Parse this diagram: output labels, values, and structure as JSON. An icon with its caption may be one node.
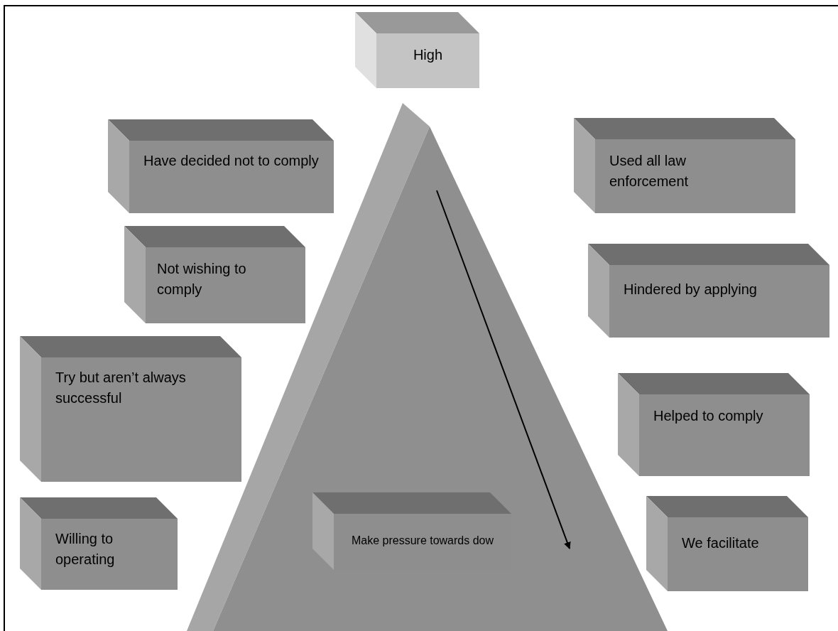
{
  "diagram": {
    "nodes": [
      {
        "text": [
          "High"
        ]
      },
      {
        "text": [
          "Have decided not to comply"
        ]
      },
      {
        "text": [
          "Used all law enforcement"
        ]
      },
      {
        "text": [
          "Not wishing to comply"
        ]
      },
      {
        "text": [
          "Hindered by applying"
        ]
      },
      {
        "text": [
          "Try but aren’t always successful"
        ]
      },
      {
        "text": [
          "Helped to comply"
        ]
      },
      {
        "text": [
          "Willing to operating"
        ]
      },
      {
        "text": [
          "Make pressure towards dow"
        ]
      },
      {
        "text": [
          "We facilitate"
        ]
      }
    ],
    "edges": []
  }
}
